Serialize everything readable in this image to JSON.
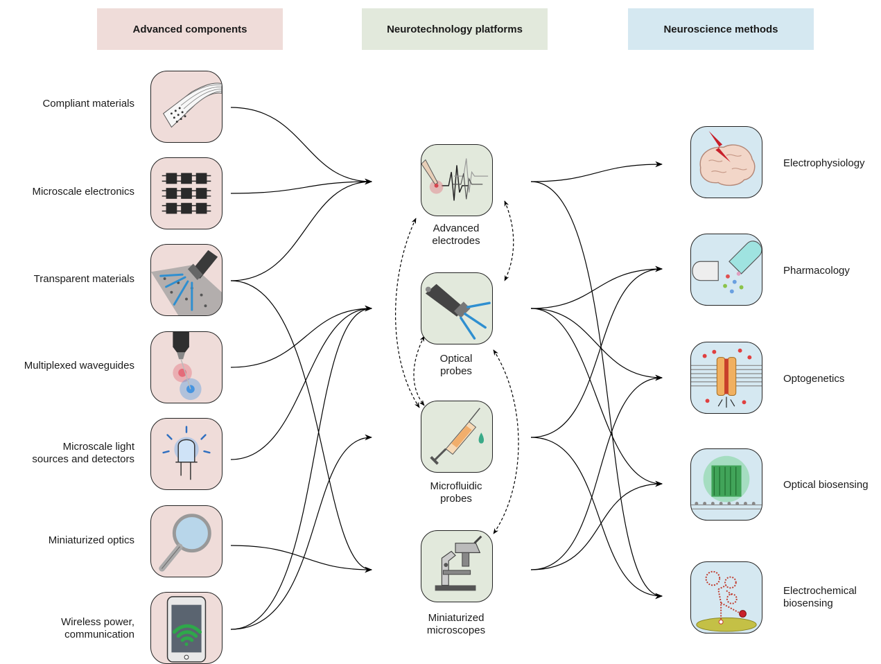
{
  "headers": {
    "components": "Advanced components",
    "platforms": "Neurotechnology platforms",
    "methods": "Neuroscience methods"
  },
  "components": [
    {
      "label": "Compliant materials",
      "icon": "flexible-electrode-sheet-icon"
    },
    {
      "label": "Microscale electronics",
      "icon": "microchip-array-icon"
    },
    {
      "label": "Transparent materials",
      "icon": "flashlight-through-film-icon"
    },
    {
      "label": "Multiplexed waveguides",
      "icon": "waveguide-emitter-icon"
    },
    {
      "label": "Microscale light\nsources and detectors",
      "icon": "led-icon"
    },
    {
      "label": "Miniaturized optics",
      "icon": "magnifying-glass-icon"
    },
    {
      "label": "Wireless power,\ncommunication",
      "icon": "smartphone-wifi-icon"
    }
  ],
  "platforms": [
    {
      "label": "Advanced\nelectrodes",
      "icon": "electrode-signal-icon"
    },
    {
      "label": "Optical\nprobes",
      "icon": "flashlight-probe-icon"
    },
    {
      "label": "Microfluidic\nprobes",
      "icon": "syringe-icon"
    },
    {
      "label": "Miniaturized\nmicroscopes",
      "icon": "microscope-icon"
    }
  ],
  "methods": [
    {
      "label": "Electrophysiology",
      "icon": "brain-lightning-icon"
    },
    {
      "label": "Pharmacology",
      "icon": "capsule-icon"
    },
    {
      "label": "Optogenetics",
      "icon": "ion-channel-icon"
    },
    {
      "label": "Optical biosensing",
      "icon": "fluorescent-protein-icon"
    },
    {
      "label": "Electrochemical\nbiosensing",
      "icon": "aptamer-sensor-icon"
    }
  ],
  "colors": {
    "components_bg": "#efdcd9",
    "platforms_bg": "#e2e9dc",
    "methods_bg": "#d5e8f1"
  }
}
